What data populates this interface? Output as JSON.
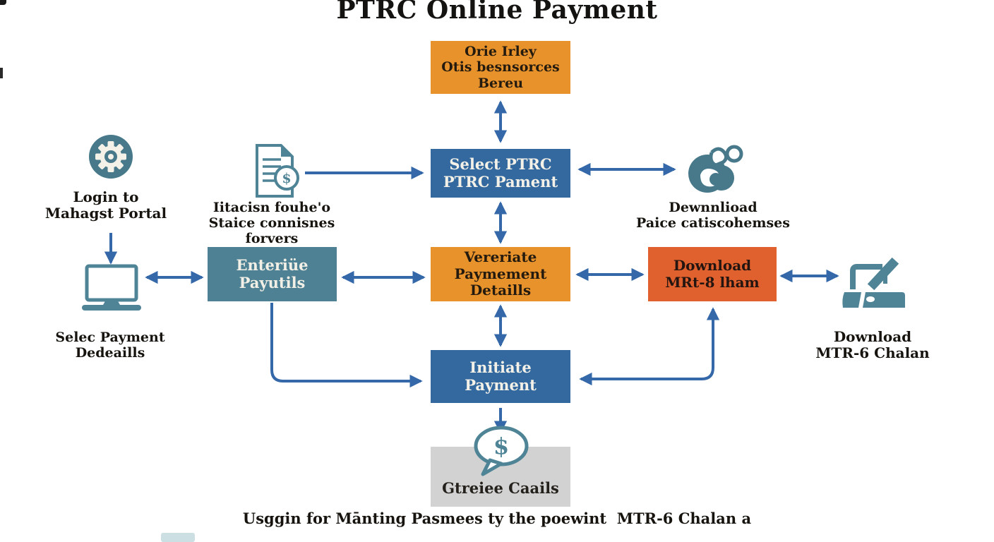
{
  "title": "PTRC Online Payment",
  "caption": "Usggin for Mānting Pasmees ty the poewint  MTR-6 Chalan a",
  "colors": {
    "orange": "#e8922c",
    "red_orange": "#e0602e",
    "blue": "#33699e",
    "teal_box": "#4e8193",
    "icon_teal": "#47798a",
    "arrow_blue": "#3568a8",
    "gray_box": "#d2d2d2"
  },
  "boxes": {
    "portal": {
      "lines": [
        "Orie Irley",
        "Otis besnsorces Bereu"
      ]
    },
    "select_ptrc": {
      "lines": [
        "Select PTRC",
        "PTRC Pament"
      ]
    },
    "verify_payment": {
      "lines": [
        "Vereriate",
        "Paymement",
        "Detaills"
      ]
    },
    "enter_payroll": {
      "lines": [
        "Enteriüe",
        "Payutils"
      ]
    },
    "download_mrt": {
      "lines": [
        "Download",
        "MRt-8 lham"
      ]
    },
    "initiate_payment": {
      "lines": [
        "Initiate",
        "Payment"
      ]
    },
    "receive_challan": {
      "lines": [
        "Gtreiee Caails"
      ]
    }
  },
  "labels": {
    "login": {
      "lines": [
        "Login to",
        "Mahagst Portal"
      ]
    },
    "instructions": {
      "lines": [
        "Iitacisn fouhe'o",
        "Staice connisnes forvers"
      ]
    },
    "download_notice": {
      "lines": [
        "Dewnnlioad",
        "Paice catiscohemses"
      ]
    },
    "select_payment": {
      "lines": [
        "Selec Payment",
        "Dedeaills"
      ]
    },
    "download_challan": {
      "lines": [
        "Download",
        "MTR-6 Chalan"
      ]
    }
  },
  "icons": {
    "dollar": "$"
  }
}
